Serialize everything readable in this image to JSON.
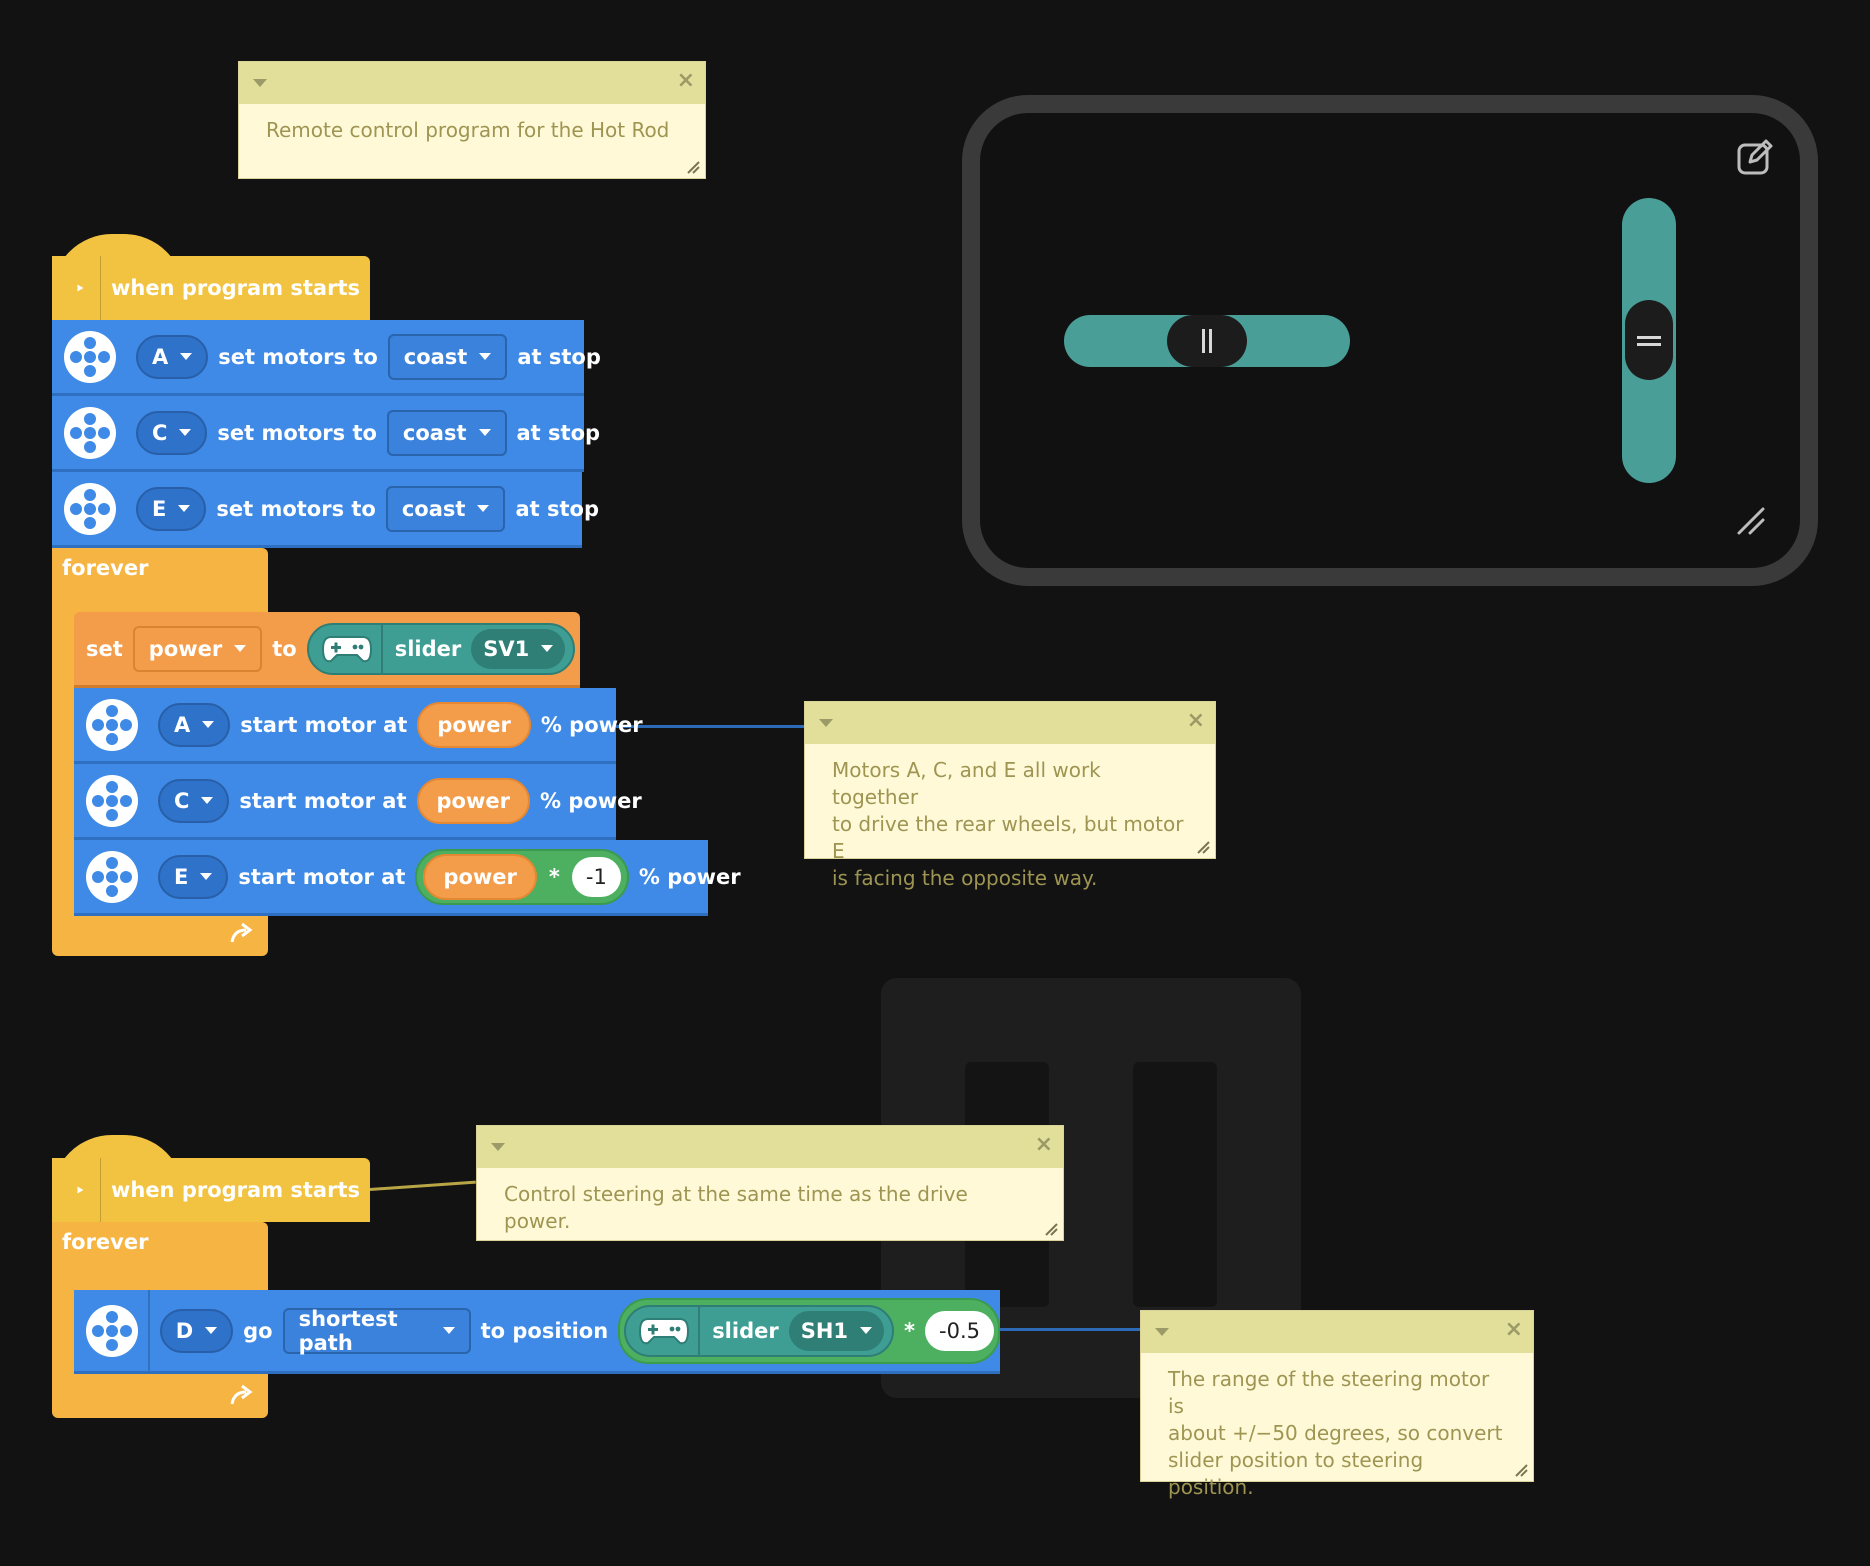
{
  "program": {
    "comment_title": "Remote control program for the Hot Rod",
    "stack1": {
      "hat_label": "when program starts",
      "motor_settings": [
        {
          "port": "A",
          "text1": "set motors to",
          "mode": "coast",
          "text2": "at stop"
        },
        {
          "port": "C",
          "text1": "set motors to",
          "mode": "coast",
          "text2": "at stop"
        },
        {
          "port": "E",
          "text1": "set motors to",
          "mode": "coast",
          "text2": "at stop"
        }
      ],
      "forever_label": "forever",
      "set_block": {
        "set": "set",
        "variable": "power",
        "to": "to",
        "slider_label": "slider",
        "slider_id": "SV1"
      },
      "motor_starts": [
        {
          "port": "A",
          "text": "start motor at",
          "value": "power",
          "suffix": "% power"
        },
        {
          "port": "C",
          "text": "start motor at",
          "value": "power",
          "suffix": "% power"
        },
        {
          "port": "E",
          "text": "start motor at",
          "value": "power",
          "operator": "*",
          "multiplier": "-1",
          "suffix": "% power"
        }
      ]
    },
    "stack2": {
      "hat_label": "when program starts",
      "forever_label": "forever",
      "go_block": {
        "port": "D",
        "go": "go",
        "path": "shortest path",
        "to_position": "to position",
        "slider_label": "slider",
        "slider_id": "SH1",
        "operator": "*",
        "multiplier": "-0.5"
      }
    },
    "comments": {
      "motors": "Motors A, C, and E all work together\nto drive the rear wheels, but motor E\nis facing the opposite way.",
      "steering": "Control steering at the same time as the drive power.",
      "range": "The range of the steering motor is\nabout +/−50 degrees, so convert\nslider position to steering position."
    }
  },
  "remote": {
    "edit_icon": "edit-icon",
    "resize_icon": "resize-icon",
    "horizontal_slider_value": 0.5,
    "vertical_slider_value": 0.5
  },
  "colors": {
    "hat": "#f1c340",
    "motor_block": "#3e8ae6",
    "control": "#f6b443",
    "variable": "#f39c4a",
    "operator": "#4db060",
    "remote_slider": "#4a9e98",
    "comment_bg": "#fff9d8"
  }
}
